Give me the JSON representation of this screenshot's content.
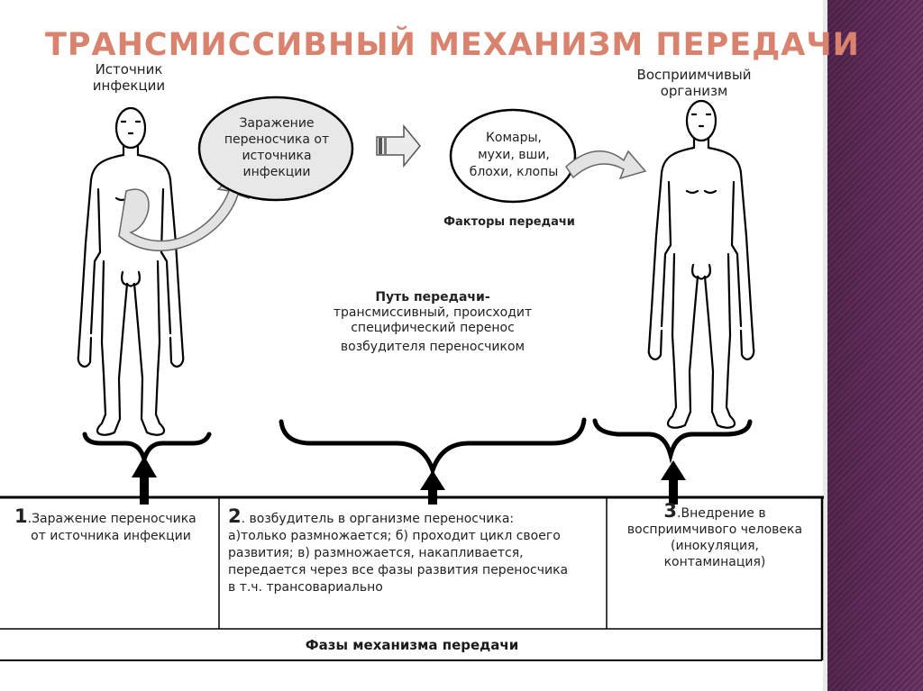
{
  "title": "ТРАНСМИССИВНЫЙ МЕХАНИЗМ ПЕРЕДАЧИ",
  "source": {
    "line1": "Источник",
    "line2": "инфекции"
  },
  "recipient": {
    "line1": "Восприимчивый",
    "line2": "организм"
  },
  "bubble_left": {
    "line1": "Заражение",
    "line2": "переносчика от",
    "line3": "источника",
    "line4": "инфекции"
  },
  "bubble_right": {
    "line1": "Комары,",
    "line2": "мухи, вши,",
    "line3": "блохи, клопы"
  },
  "factors_label": "Факторы передачи",
  "route": {
    "heading": "Путь передачи-",
    "line1": "трансмиссивный, происходит",
    "line2": "специфический  перенос",
    "line3": "возбудителя переносчиком"
  },
  "phases": {
    "p1": {
      "num": "1",
      "text1": ".Заражение переносчика",
      "text2": "от источника инфекции"
    },
    "p2": {
      "num": "2",
      "text1": ". возбудитель в организме переносчика:",
      "line2": "а)только размножается; б) проходит цикл  своего",
      "line3": "развития; в) размножается, накапливается,",
      "line4": "передается через все фазы развития переносчика",
      "line5": "в т.ч.  трансовариально"
    },
    "p3": {
      "num": "3",
      "text1": ".Внедрение в",
      "line2": "восприимчивого человека",
      "line3": "(инокуляция,",
      "line4": "контаминация)"
    },
    "footer": "Фазы механизма передачи"
  },
  "colors": {
    "title": "#d9836f",
    "panel": "#5a2a54",
    "arrow_fill": "#e6e6e6",
    "bubble_fill": "#e8e8e8"
  }
}
